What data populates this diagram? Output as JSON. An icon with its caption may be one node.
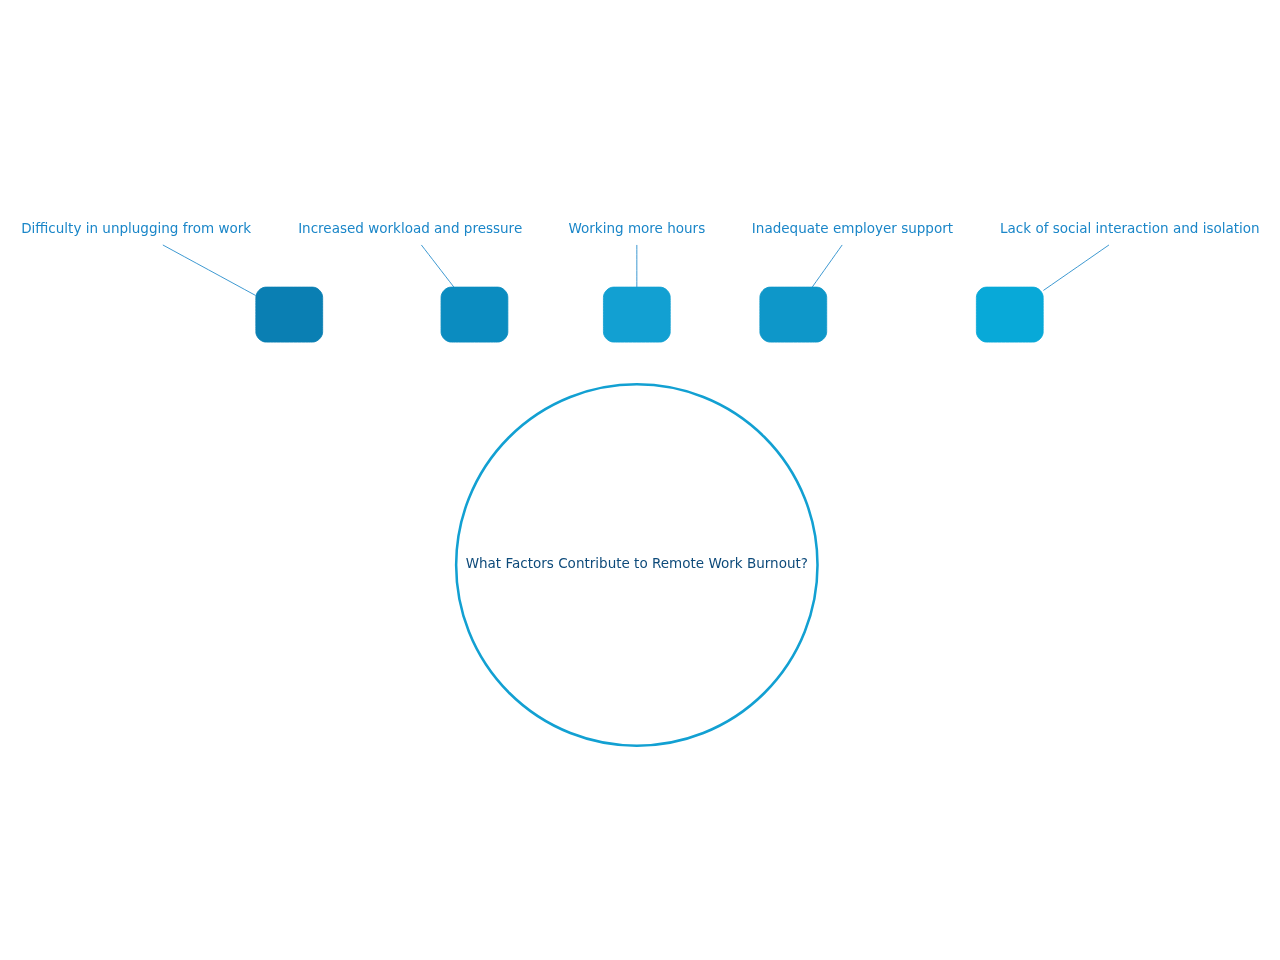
{
  "diagram": {
    "nodes": [
      {
        "text": [
          "What Factors Contribute to Remote Work Burnout?"
        ]
      },
      {
        "text": [
          "Difficulty in unplugging from work"
        ]
      },
      {
        "text": [
          "Increased workload and pressure"
        ]
      },
      {
        "text": [
          "Working more hours"
        ]
      },
      {
        "text": [
          "Inadequate employer support"
        ]
      },
      {
        "text": [
          "Lack of social interaction and isolation"
        ]
      },
      {
        "text": [],
        "shape": "box"
      },
      {
        "text": [],
        "shape": "box"
      },
      {
        "text": [],
        "shape": "box"
      },
      {
        "text": [],
        "shape": "box"
      },
      {
        "text": [],
        "shape": "box"
      }
    ],
    "edges": [
      {
        "from": 1,
        "to": 6,
        "arrow": "none"
      },
      {
        "from": 2,
        "to": 7,
        "arrow": "none"
      },
      {
        "from": 3,
        "to": 8,
        "arrow": "none"
      },
      {
        "from": 4,
        "to": 9,
        "arrow": "none"
      },
      {
        "from": 5,
        "to": 10,
        "arrow": "none"
      }
    ]
  }
}
